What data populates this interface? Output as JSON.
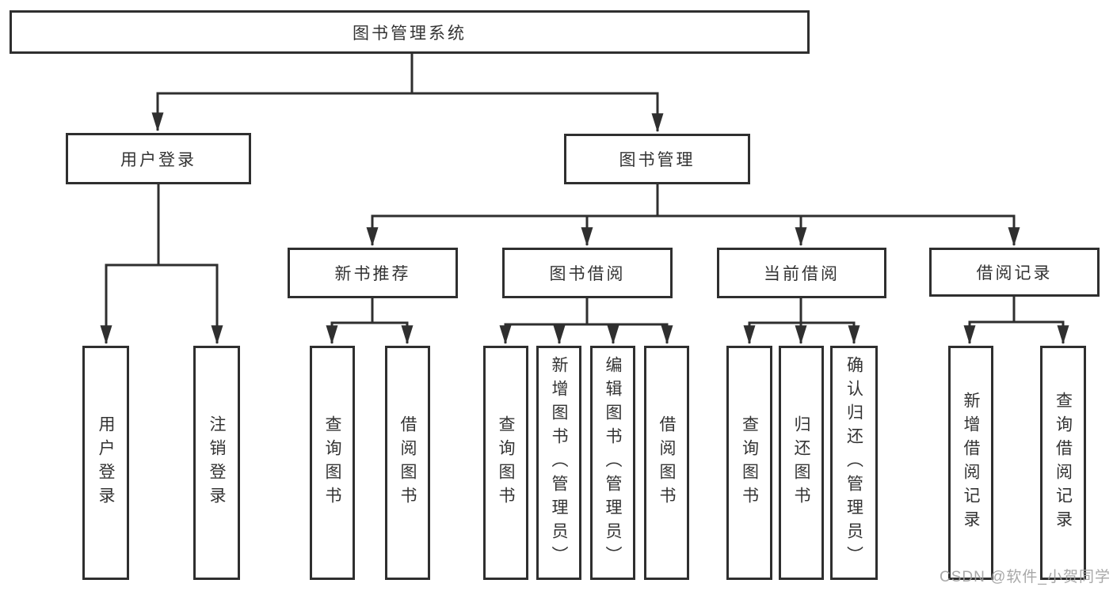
{
  "tree": {
    "root": "图书管理系统",
    "branches": [
      {
        "label": "用户登录",
        "children": [
          {
            "label": "用户登录"
          },
          {
            "label": "注销登录"
          }
        ]
      },
      {
        "label": "图书管理",
        "children": [
          {
            "label": "新书推荐",
            "children": [
              {
                "label": "查询图书"
              },
              {
                "label": "借阅图书"
              }
            ]
          },
          {
            "label": "图书借阅",
            "children": [
              {
                "label": "查询图书"
              },
              {
                "label": "新增图书（管理员）"
              },
              {
                "label": "编辑图书（管理员）"
              },
              {
                "label": "借阅图书"
              }
            ]
          },
          {
            "label": "当前借阅",
            "children": [
              {
                "label": "查询图书"
              },
              {
                "label": "归还图书"
              },
              {
                "label": "确认归还（管理员）"
              }
            ]
          },
          {
            "label": "借阅记录",
            "children": [
              {
                "label": "新增借阅记录"
              },
              {
                "label": "查询借阅记录"
              }
            ]
          }
        ]
      }
    ]
  },
  "watermark": "CSDN @软件_小贺同学",
  "colors": {
    "line": "#2f2f2f",
    "box_border": "#2f2f2f",
    "text": "#333333",
    "watermark": "#9e9e9e",
    "background": "#ffffff"
  }
}
